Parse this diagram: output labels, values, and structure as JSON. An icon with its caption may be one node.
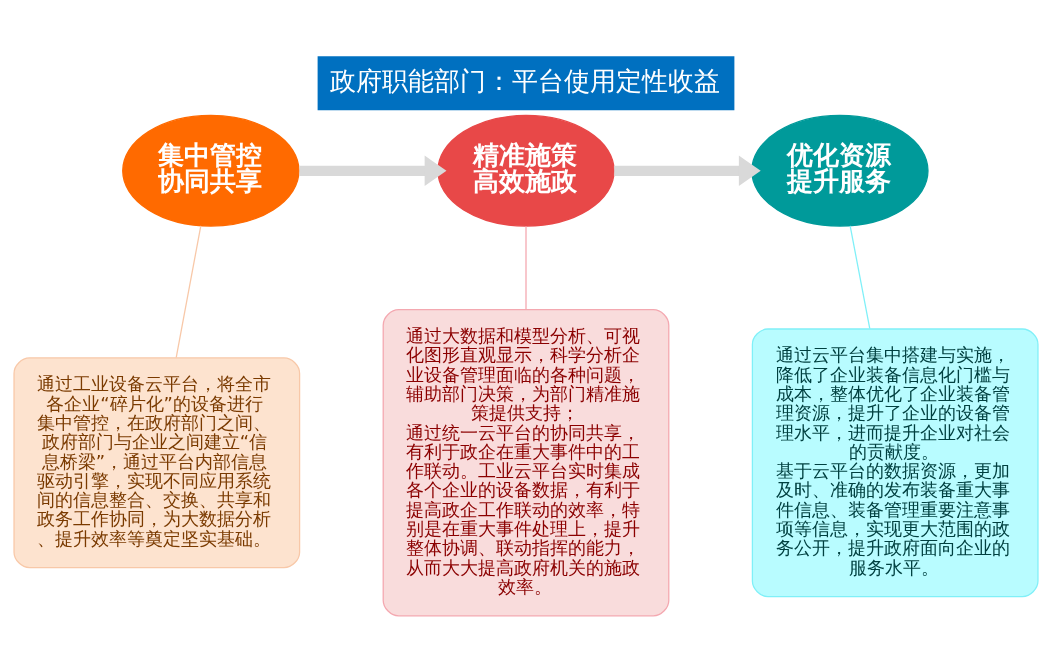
{
  "diagram": {
    "title": "政府职能部门：平台使用定性收益",
    "nodes": [
      {
        "text": [
          "集中管控协同共享"
        ]
      },
      {
        "text": [
          "精准施策高效施政"
        ]
      },
      {
        "text": [
          "优化资源提升服务"
        ]
      },
      {
        "text": [
          "通过工业设备云平台，将全市各企业“碎片化”的设备进行集中管控，在政府部门之间、政府部门与企业之间建立“信息桥梁”，通过平台内部信息驱动引擎，实现不同应用系统间的信息整合、交换、共享和政务工作协同，为大数据分析、提升效率等奠定坚实基础。"
        ]
      },
      {
        "text": [
          "通过大数据和模型分析、可视化图形直观显示，科学分析企业设备管理面临的各种问题，辅助部门决策，为部门精准施策提供支持；",
          "通过统一云平台的协同共享，有利于政企在重大事件中的工作联动。工业云平台实时集成各个企业的设备数据，有利于提高政企工作联动的效率，特别是在重大事件处理上，提升整体协调、联动指挥的能力，从而大大提高政府机关的施政效率。"
        ]
      },
      {
        "text": [
          "通过云平台集中搭建与实施，降低了企业装备信息化门槛与成本，整体优化了企业装备管理资源，提升了企业的设备管理水平，进而提升企业对社会的贡献度。",
          "基于云平台的数据资源，更加及时、准确的发布装备重大事件信息、装备管理重要注意事项等信息，实现更大范围的政务公开，提升政府面向企业的服务水平。"
        ]
      }
    ],
    "edges": [
      {
        "from": 0,
        "to": 1,
        "arrow": "to",
        "style": "thick",
        "color": "#d9d9d9"
      },
      {
        "from": 1,
        "to": 2,
        "arrow": "to",
        "style": "thick",
        "color": "#d9d9d9"
      },
      {
        "from": 0,
        "to": 3,
        "arrow": "none",
        "color": "#f8c8a8"
      },
      {
        "from": 1,
        "to": 4,
        "arrow": "none",
        "color": "#f4a8b0"
      },
      {
        "from": 2,
        "to": 5,
        "arrow": "none",
        "color": "#80f0f8"
      }
    ]
  }
}
